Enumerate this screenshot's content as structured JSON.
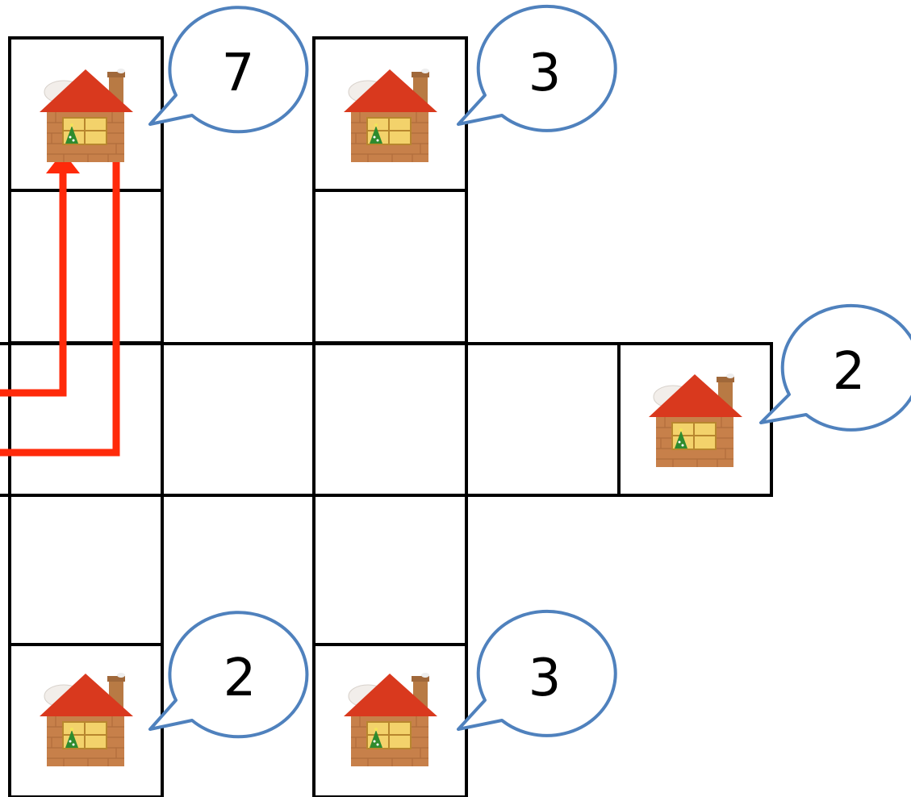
{
  "colors": {
    "grid_line": "#000000",
    "bubble_stroke": "#4f81bd",
    "path_arrow": "#ff2a0a",
    "roof": "#d9391e",
    "wall": "#c7804a",
    "window": "#f3d26b",
    "chimney": "#b87a44",
    "snow": "#f2eeea",
    "tree": "#2e8b2e"
  },
  "houses": [
    {
      "id": "top-left",
      "count": "7"
    },
    {
      "id": "top-middle",
      "count": "3"
    },
    {
      "id": "right",
      "count": "2"
    },
    {
      "id": "bottom-left",
      "count": "2"
    },
    {
      "id": "bottom-middle",
      "count": "3"
    }
  ],
  "paths": [
    {
      "id": "path-inner",
      "arrowhead": true
    },
    {
      "id": "path-outer",
      "arrowhead": false
    }
  ],
  "icon_names": [
    "house-icon",
    "speech-bubble-icon"
  ]
}
